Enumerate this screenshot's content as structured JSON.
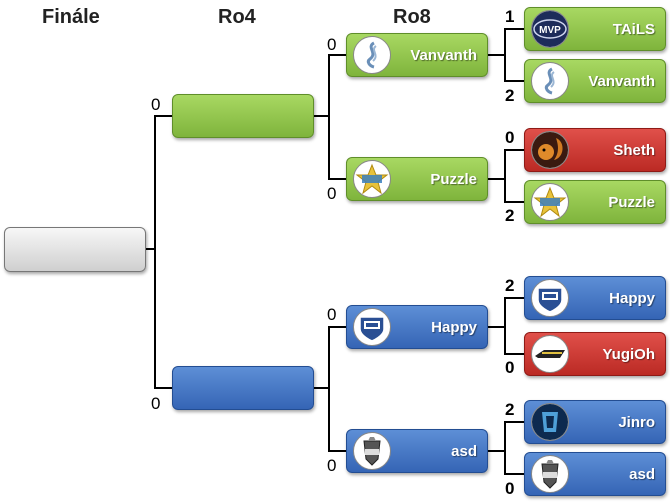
{
  "headers": {
    "final": "Finále",
    "ro4": "Ro4",
    "ro8": "Ro8"
  },
  "colors": {
    "green": "#8cc24a",
    "blue": "#3e70c0",
    "red": "#cc3a34",
    "gray": "#e2e2e2"
  },
  "final": {
    "name": ""
  },
  "ro4": [
    {
      "name": "",
      "score": "0"
    },
    {
      "name": "",
      "score": "0"
    }
  ],
  "ro8": [
    {
      "name": "Vanvanth",
      "score": "0",
      "logo": "stylized-s-logo-icon"
    },
    {
      "name": "Puzzle",
      "score": "0",
      "logo": "star-emblem-logo-icon"
    },
    {
      "name": "Happy",
      "score": "0",
      "logo": "shield-logo-icon"
    },
    {
      "name": "asd",
      "score": "0",
      "logo": "fou-knight-logo-icon"
    }
  ],
  "ro16": [
    {
      "name": "TAiLS",
      "score": "1",
      "logo": "mvp-logo-icon"
    },
    {
      "name": "Vanvanth",
      "score": "2",
      "logo": "stylized-s-logo-icon"
    },
    {
      "name": "Sheth",
      "score": "0",
      "logo": "squirrel-logo-icon"
    },
    {
      "name": "Puzzle",
      "score": "2",
      "logo": "star-emblem-logo-icon"
    },
    {
      "name": "Happy",
      "score": "2",
      "logo": "shield-logo-icon"
    },
    {
      "name": "YugiOh",
      "score": "0",
      "logo": "racing-logo-icon"
    },
    {
      "name": "Jinro",
      "score": "2",
      "logo": "liquid-logo-icon"
    },
    {
      "name": "asd",
      "score": "0",
      "logo": "fou-knight-logo-icon"
    }
  ]
}
